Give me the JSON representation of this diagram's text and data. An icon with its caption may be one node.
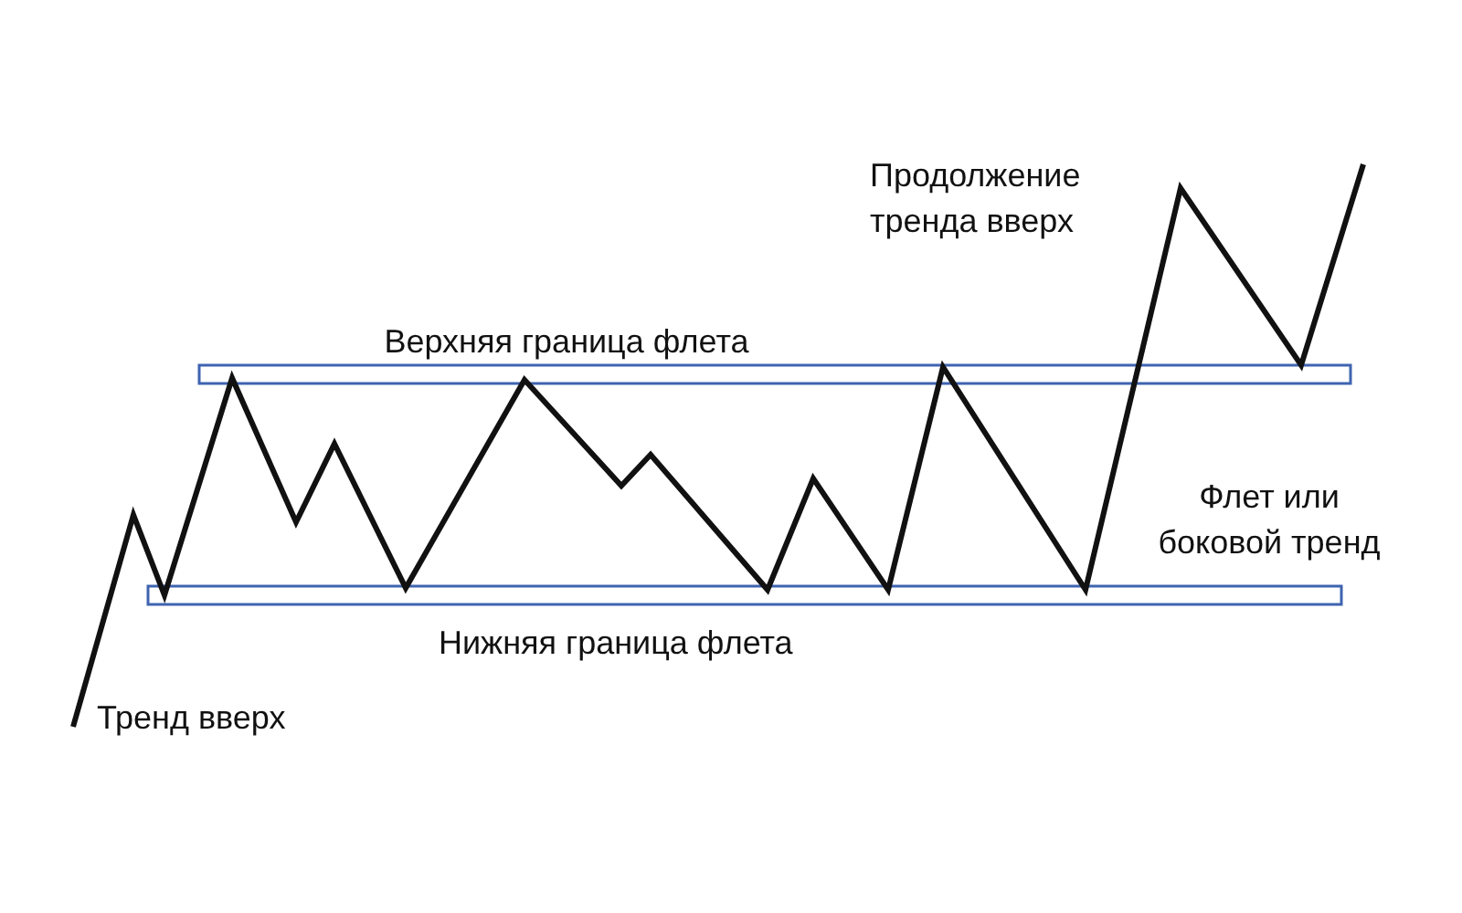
{
  "diagram": {
    "labels": [
      "Продолжение тренда вверх",
      "Верхняя граница флета",
      "Флет или боковой тренд",
      "Нижняя граница флета",
      "Тренд вверх"
    ]
  }
}
